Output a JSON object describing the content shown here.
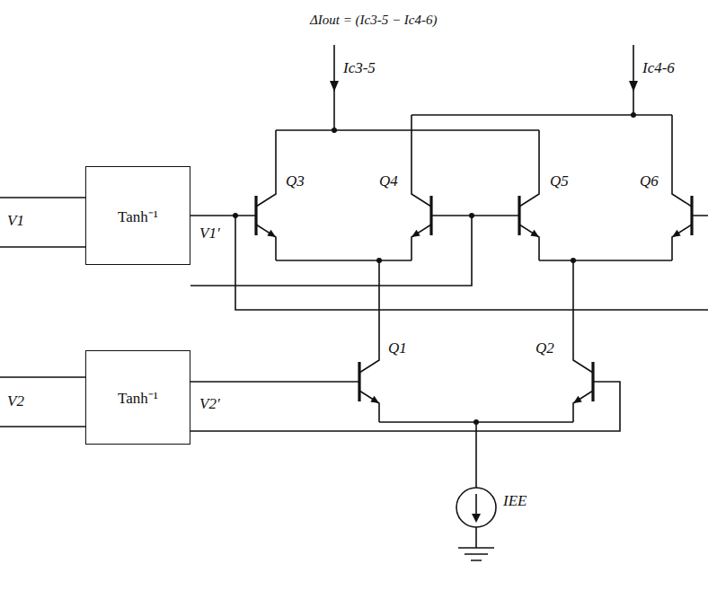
{
  "diagram": {
    "nodes": [
      {
        "text": [
          "Tanh⁻¹"
        ]
      },
      {
        "text": [
          "Tanh⁻¹"
        ]
      }
    ],
    "labels": [
      "ΔIout = (Ic3-5 − Ic4-6)",
      "Ic3-5",
      "Ic4-6",
      "V1",
      "V1′",
      "Q3",
      "Q4",
      "Q5",
      "Q6",
      "V2",
      "V2′",
      "Q1",
      "Q2",
      "IEE"
    ]
  }
}
